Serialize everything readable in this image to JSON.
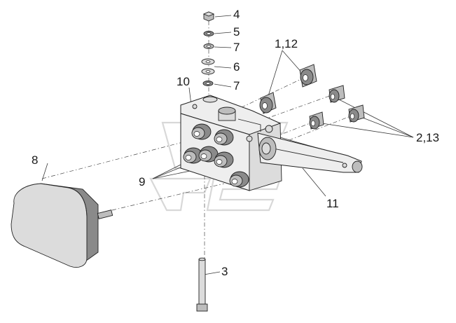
{
  "callouts": {
    "c4": "4",
    "c5": "5",
    "c7a": "7",
    "c6": "6",
    "c7b": "7",
    "c1_12": "1,12",
    "c10": "10",
    "c8": "8",
    "c9": "9",
    "c2_13": "2,13",
    "c11": "11",
    "c3": "3"
  }
}
